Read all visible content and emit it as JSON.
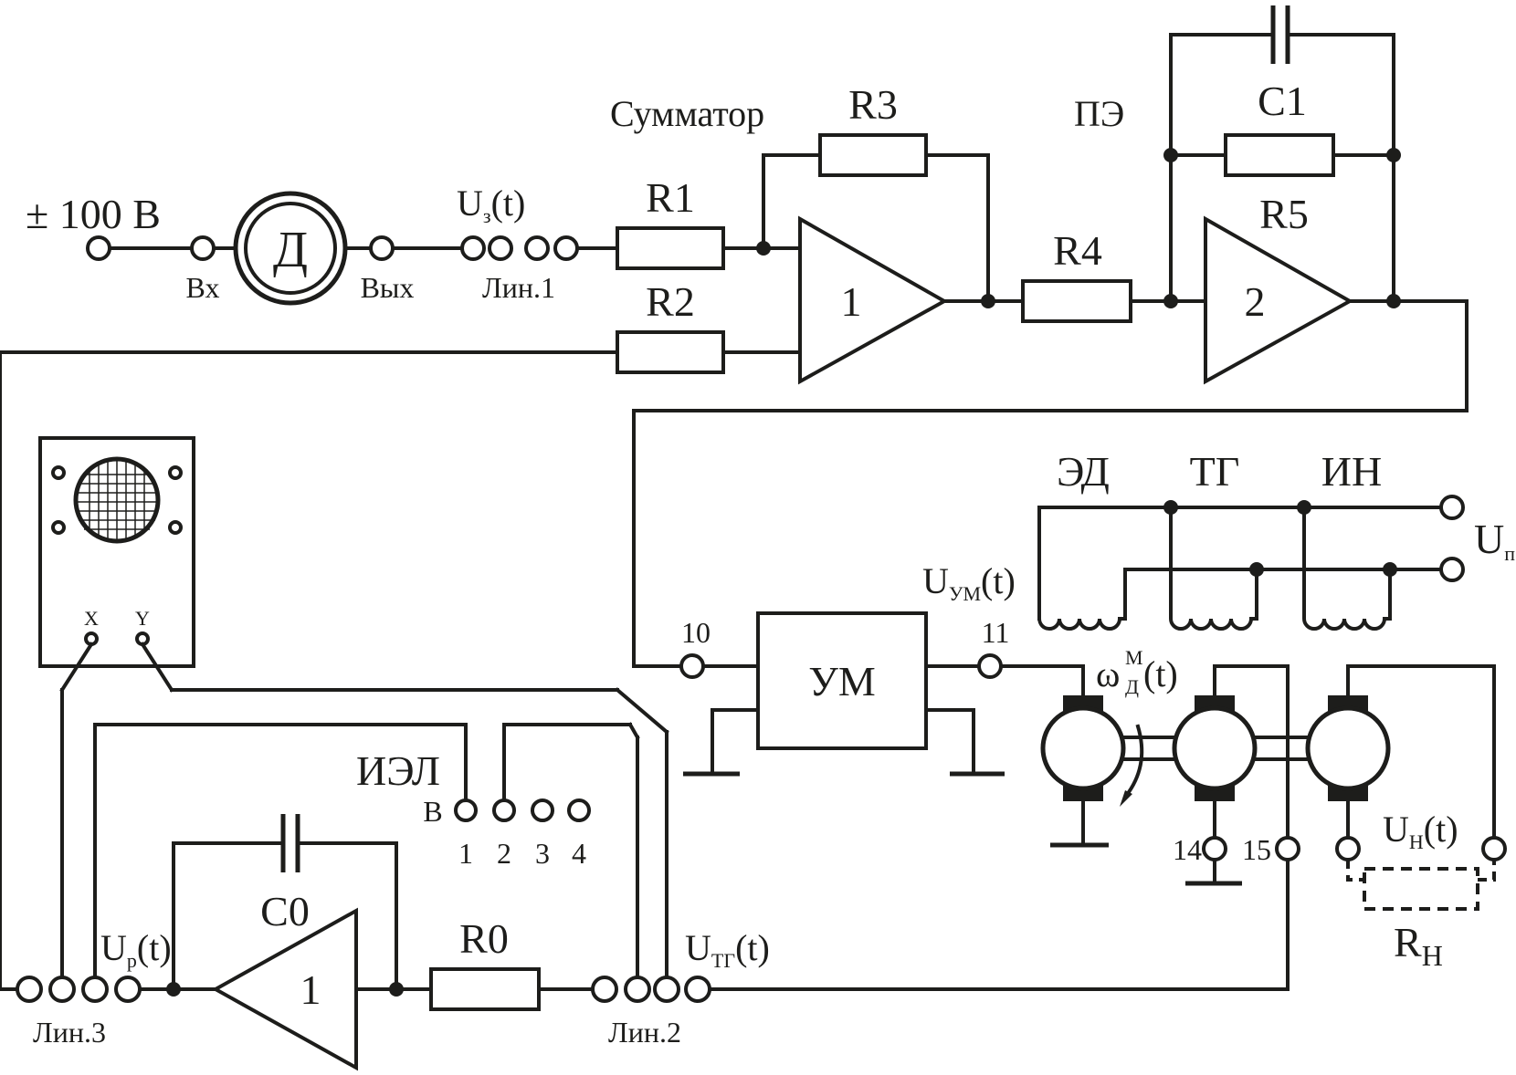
{
  "labels": {
    "source": "± 100 В",
    "device": "Д",
    "vx": "Вх",
    "vyx": "Вых",
    "u3": "U",
    "u3_sub": "з",
    "u3_t": "(t)",
    "lin1": "Лин.1",
    "summator": "Сумматор",
    "r1": "R1",
    "r2": "R2",
    "r3": "R3",
    "r4": "R4",
    "r5": "R5",
    "c1": "C1",
    "pe": "ПЭ",
    "amp1": "1",
    "amp2": "2",
    "ed": "ЭД",
    "tg": "ТГ",
    "in": "ИН",
    "up": "U",
    "up_sub": "п",
    "uym": "U",
    "uym_sub": "УМ",
    "uym_t": "(t)",
    "t10": "10",
    "t11": "11",
    "ym": "УМ",
    "omega": "ω",
    "omega_sup": "М",
    "omega_sub": "Д",
    "omega_t": "(t)",
    "t14": "14",
    "t15": "15",
    "un": "U",
    "un_sub": "Н",
    "un_t": "(t)",
    "rn": "R",
    "rn_sub": "Н",
    "osc_x": "X",
    "osc_y": "Y",
    "iel": "ИЭЛ",
    "iel_b": "В",
    "iel_1": "1",
    "iel_2": "2",
    "iel_3": "3",
    "iel_4": "4",
    "c0": "C0",
    "r0": "R0",
    "amp0": "1",
    "up_r": "U",
    "up_r_sub": "р",
    "up_r_t": "(t)",
    "utg": "U",
    "utg_sub": "ТГ",
    "utg_t": "(t)",
    "lin3": "Лин.3",
    "lin2": "Лин.2"
  }
}
